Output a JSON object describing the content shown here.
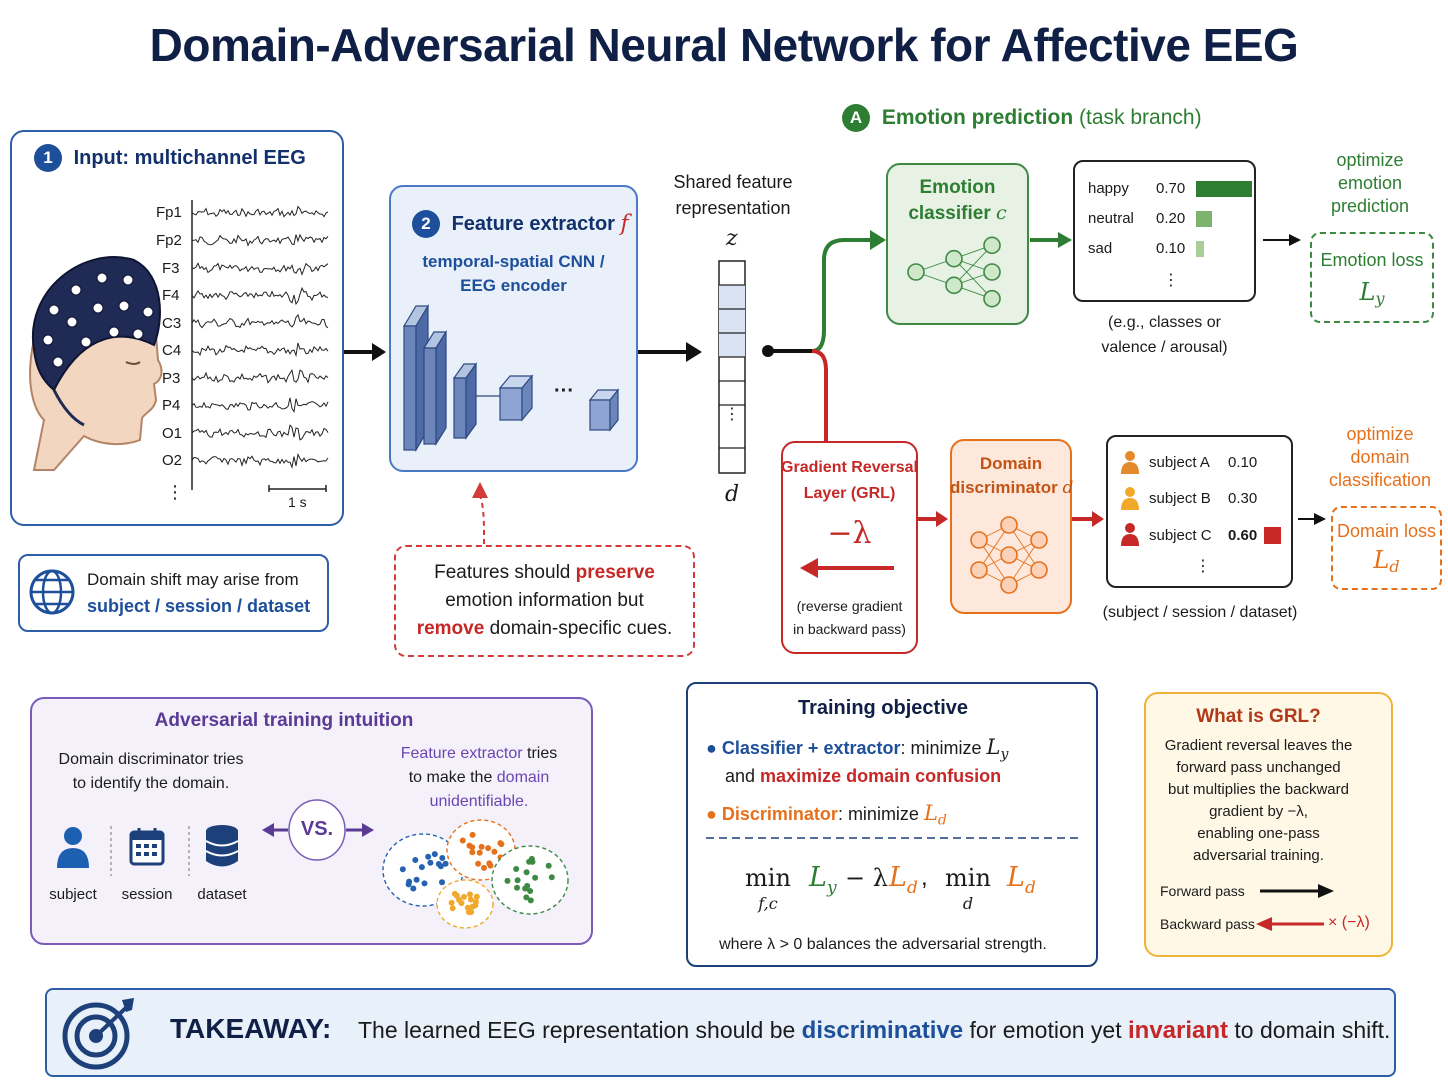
{
  "title": "Domain-Adversarial Neural Network for Affective EEG",
  "input_panel": {
    "badge": "1",
    "heading": "Input: multichannel EEG",
    "channels": [
      "Fp1",
      "Fp2",
      "F3",
      "F4",
      "C3",
      "C4",
      "P3",
      "P4",
      "O1",
      "O2"
    ],
    "more": "⋮",
    "scale_label": "1 s"
  },
  "domain_shift_note": {
    "line1": "Domain shift may arise from",
    "line2": "subject / session / dataset"
  },
  "feature_extractor": {
    "badge": "2",
    "heading": "Feature extractor",
    "symbol": "f",
    "line1": "temporal-spatial CNN /",
    "line2": "EEG encoder",
    "ellipsis": "···"
  },
  "preserve_note": {
    "pre1": "Features should ",
    "preserve": "preserve",
    "line2": "emotion information but",
    "remove": "remove",
    "post3": " domain-specific cues."
  },
  "shared_repr": {
    "line1": "Shared feature",
    "line2": "representation",
    "z": "z",
    "d": "d",
    "dots": "⋮"
  },
  "task_branch": {
    "badge": "A",
    "heading": "Emotion prediction",
    "sub": "(task branch)"
  },
  "emotion_classifier": {
    "line1": "Emotion",
    "line2": "classifier",
    "symbol": "c"
  },
  "emotion_probs": [
    {
      "label": "happy",
      "value": 0.7
    },
    {
      "label": "neutral",
      "value": 0.2
    },
    {
      "label": "sad",
      "value": 0.1
    }
  ],
  "emotion_probs_more": "⋮",
  "emotion_probs_caption": {
    "line1": "(e.g., classes or",
    "line2": "valence / arousal)"
  },
  "emotion_goal": {
    "line1": "optimize",
    "line2": "emotion",
    "line3": "prediction"
  },
  "emotion_loss": {
    "label": "Emotion loss",
    "symbol": "L",
    "sub": "y"
  },
  "grl": {
    "line1": "Gradient Reversal",
    "line2": "Layer (GRL)",
    "factor": "−λ",
    "note1": "(reverse gradient",
    "note2": "in backward pass)"
  },
  "domain_discriminator": {
    "line1": "Domain",
    "line2": "discriminator",
    "symbol": "d"
  },
  "domain_probs": [
    {
      "label": "subject A",
      "value": 0.1,
      "color": "#e58a2b"
    },
    {
      "label": "subject B",
      "value": 0.3,
      "color": "#f0a92a"
    },
    {
      "label": "subject C",
      "value": 0.6,
      "color": "#c62828"
    }
  ],
  "domain_probs_more": "⋮",
  "domain_probs_caption": "(subject / session / dataset)",
  "domain_goal": {
    "line1": "optimize",
    "line2": "domain",
    "line3": "classification"
  },
  "domain_loss": {
    "label": "Domain loss",
    "symbol": "L",
    "sub": "d"
  },
  "adversarial_intuition": {
    "heading": "Adversarial training intuition",
    "left1": "Domain discriminator tries",
    "left2": "to identify the domain.",
    "right_a": "Feature extractor",
    "right_b": " tries",
    "right2a": "to make the ",
    "right2b": "domain",
    "right3": "unidentifiable.",
    "vs": "VS.",
    "icons": [
      "subject",
      "session",
      "dataset"
    ]
  },
  "training_objective": {
    "heading": "Training objective",
    "b1_a": "Classifier + extractor",
    "b1_b": ": minimize ",
    "b1_sym": "L",
    "b1_sub": "y",
    "b1_line2a": "and ",
    "b1_line2b": "maximize domain confusion",
    "b2_a": "Discriminator",
    "b2_b": ": minimize ",
    "b2_sym": "L",
    "b2_sub": "d",
    "formula_min": "min",
    "formula_sub1": "f,c",
    "formula_sub2": "d",
    "formula_mid": "− λ",
    "footer": "where λ > 0 balances the adversarial strength."
  },
  "grl_explainer": {
    "heading": "What is GRL?",
    "lines": [
      "Gradient reversal leaves the",
      "forward pass unchanged",
      "but multiplies the backward",
      "gradient by −λ,",
      "enabling one-pass",
      "adversarial training."
    ],
    "forward": "Forward pass",
    "backward": "Backward pass",
    "backward_factor": "× (−λ)"
  },
  "takeaway": {
    "label": "TAKEAWAY:",
    "pre": "The learned EEG representation should be ",
    "disc": "discriminative",
    "mid": " for emotion yet ",
    "inv": "invariant",
    "post": " to domain shift."
  },
  "colors": {
    "navy": "#12306b",
    "blue": "#1d4f9a",
    "green": "#2d7d32",
    "red": "#c62828",
    "orange": "#e5711d",
    "purple": "#5a3a94"
  }
}
